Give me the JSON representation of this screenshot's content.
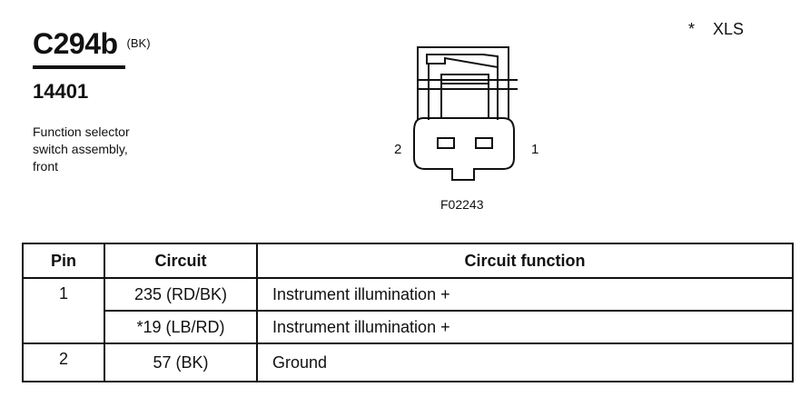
{
  "connector": {
    "code": "C294b",
    "color": "(BK)",
    "part_number": "14401",
    "description_lines": [
      "Function selector",
      "switch assembly,",
      "front"
    ]
  },
  "variant_note": {
    "marker": "*",
    "label": "XLS"
  },
  "diagram": {
    "pin_left": "2",
    "pin_right": "1",
    "figure_id": "F02243"
  },
  "table": {
    "headers": [
      "Pin",
      "Circuit",
      "Circuit function"
    ],
    "rows": [
      {
        "pin": "1",
        "circuit": "235 (RD/BK)",
        "function": "Instrument illumination +"
      },
      {
        "pin": "",
        "circuit": "*19 (LB/RD)",
        "function": "Instrument illumination +"
      },
      {
        "pin": "2",
        "circuit": "57 (BK)",
        "function": "Ground"
      }
    ]
  }
}
